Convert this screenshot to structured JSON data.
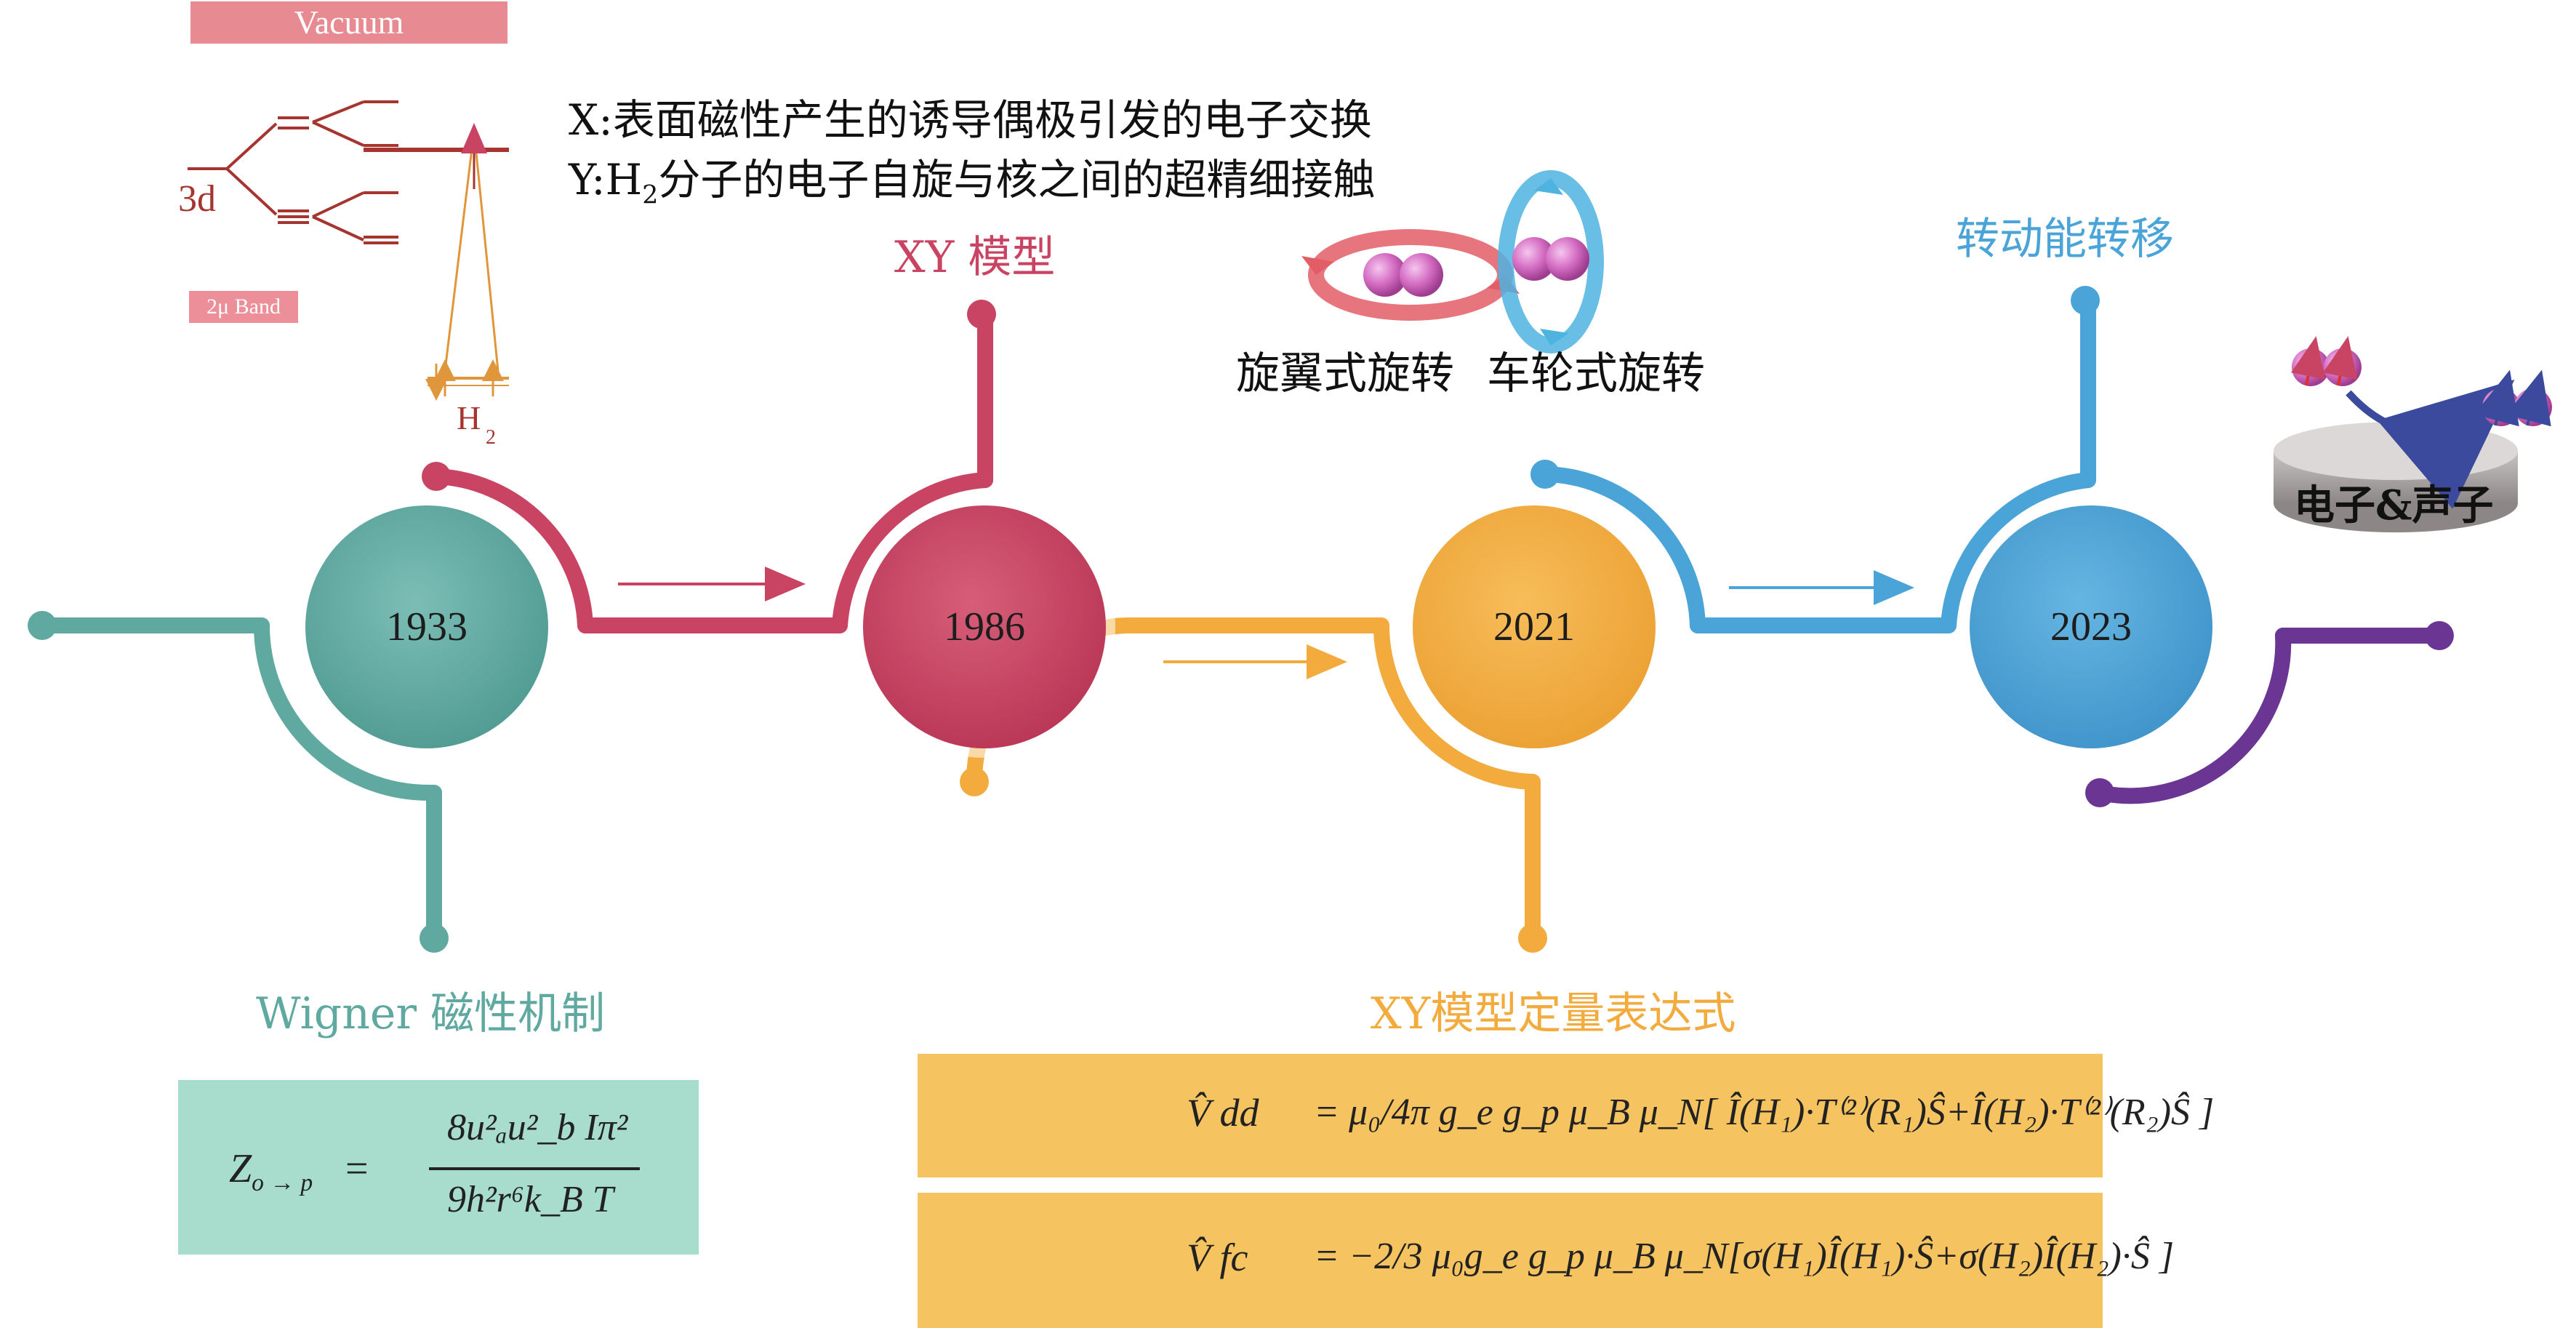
{
  "energy_diagram": {
    "vacuum_label": "Vacuum",
    "orbital_label": "3d",
    "band_label": "2μ Band",
    "molecule_label": "H",
    "molecule_subscript": "2"
  },
  "legend": {
    "x_line": "X:表面磁性产生的诱导偶极引发的电子交换",
    "y_line_prefix": "Y:H",
    "y_line_subscript": "2",
    "y_line_suffix": "分子的电子自旋与核之间的超精细接触"
  },
  "timeline": {
    "years": [
      "1933",
      "1986",
      "2021",
      "2023"
    ],
    "colors": {
      "teal": "#5fa9a1",
      "crimson": "#c94462",
      "orange": "#f2ab3c",
      "blue": "#4ba4d8",
      "purple": "#6a3593"
    }
  },
  "labels": {
    "wigner": "Wigner 磁性机制",
    "xy_model": "XY 模型",
    "xy_quant": "XY模型定量表达式",
    "rotation_propeller": "旋翼式旋转",
    "rotation_wheel": "车轮式旋转",
    "rotational_transfer": "转动能转移",
    "electron_phonon": "电子&声子"
  },
  "formulas": {
    "wigner": {
      "lhs": "Z",
      "lhs_sub": "o → p",
      "equals": "=",
      "numerator": "8u²ₐu²_b Iπ²",
      "denominator": "9h²r⁶k_B T"
    },
    "vdd": {
      "lhs": "V̂ dd",
      "rhs": "= μ₀/4π g_e g_p μ_B μ_N[ Î(H₁)·T⁽²⁾(R₁)Ŝ+Î(H₂)·T⁽²⁾(R₂)Ŝ ]"
    },
    "vfc": {
      "lhs": "V̂ fc",
      "rhs": "= −2/3 μ₀g_e g_p μ_B μ_N[σ(H₁)Î(H₁)·Ŝ+σ(H₂)Î(H₂)·Ŝ ]"
    }
  }
}
